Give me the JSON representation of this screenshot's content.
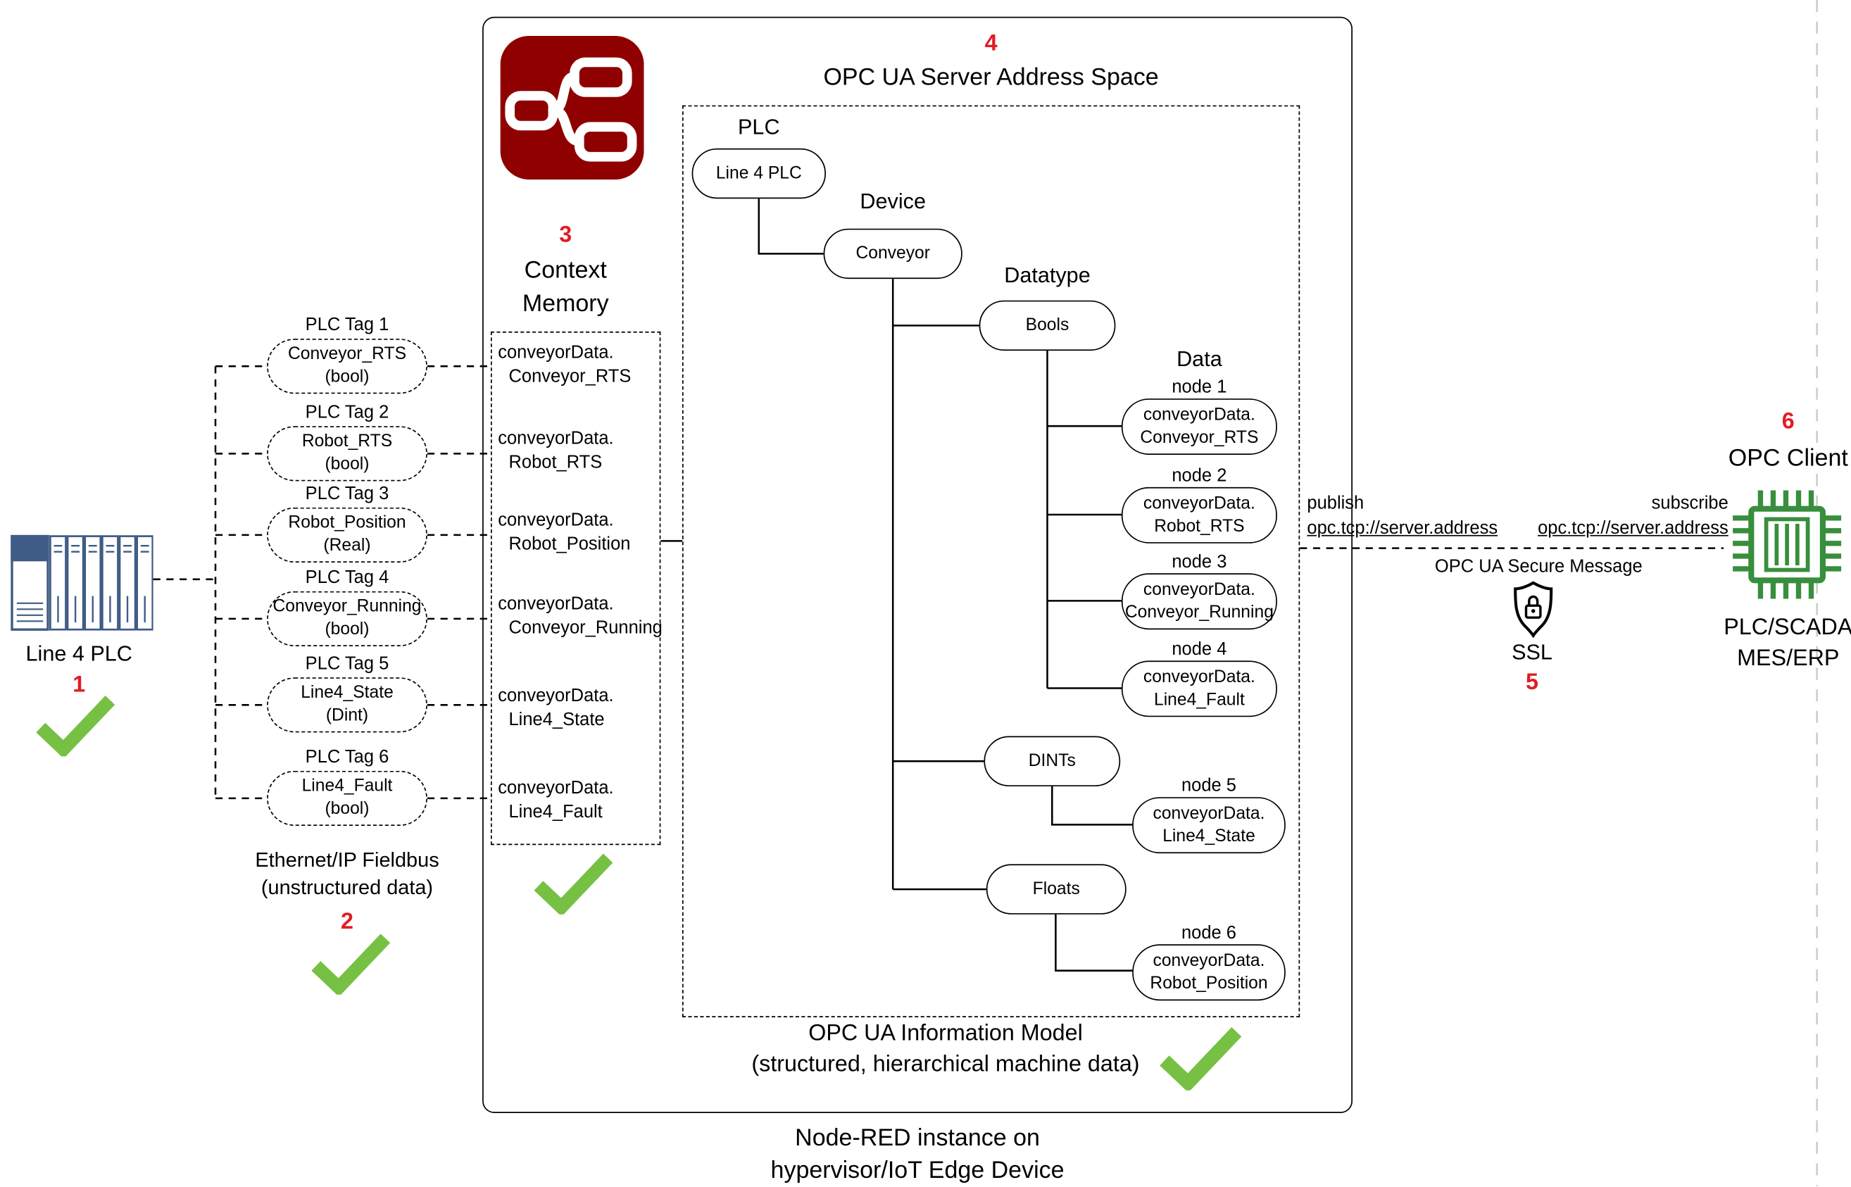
{
  "colors": {
    "check_green": "#76c043",
    "number_red": "#e31b23",
    "nodered_red": "#8f0000",
    "plc_blue": "#3e5c85",
    "client_green": "#388e3c",
    "page_divider_gray": "#cccccc"
  },
  "plc": {
    "label": "Line 4 PLC",
    "number": "1"
  },
  "fieldbus": {
    "line1": "Ethernet/IP Fieldbus",
    "line2": "(unstructured data)",
    "number": "2"
  },
  "tags": [
    {
      "title": "PLC Tag 1",
      "name": "Conveyor_RTS",
      "type": "(bool)"
    },
    {
      "title": "PLC Tag 2",
      "name": "Robot_RTS",
      "type": "(bool)"
    },
    {
      "title": "PLC Tag 3",
      "name": "Robot_Position",
      "type": "(Real)"
    },
    {
      "title": "PLC Tag 4",
      "name": "Conveyor_Running",
      "type": "(bool)"
    },
    {
      "title": "PLC Tag 5",
      "name": "Line4_State",
      "type": "(Dint)"
    },
    {
      "title": "PLC Tag 6",
      "name": "Line4_Fault",
      "type": "(bool)"
    }
  ],
  "context_memory": {
    "number": "3",
    "title_line1": "Context",
    "title_line2": "Memory",
    "entries": [
      {
        "line1": "conveyorData.",
        "line2": "Conveyor_RTS"
      },
      {
        "line1": "conveyorData.",
        "line2": "Robot_RTS"
      },
      {
        "line1": "conveyorData.",
        "line2": "Robot_Position"
      },
      {
        "line1": "conveyorData.",
        "line2": "Conveyor_Running"
      },
      {
        "line1": "conveyorData.",
        "line2": "Line4_State"
      },
      {
        "line1": "conveyorData.",
        "line2": "Line4_Fault"
      }
    ]
  },
  "address_space": {
    "number": "4",
    "title": "OPC UA Server Address Space",
    "levels": {
      "plc": "PLC",
      "device": "Device",
      "datatype": "Datatype",
      "data": "Data"
    },
    "plc_node": "Line 4 PLC",
    "device_node": "Conveyor",
    "datatype_nodes": {
      "bools": "Bools",
      "dints": "DINTs",
      "floats": "Floats"
    },
    "data_nodes": [
      {
        "label": "node 1",
        "line1": "conveyorData.",
        "line2": "Conveyor_RTS"
      },
      {
        "label": "node 2",
        "line1": "conveyorData.",
        "line2": "Robot_RTS"
      },
      {
        "label": "node 3",
        "line1": "conveyorData.",
        "line2": "Conveyor_Running"
      },
      {
        "label": "node 4",
        "line1": "conveyorData.",
        "line2": "Line4_Fault"
      },
      {
        "label": "node 5",
        "line1": "conveyorData.",
        "line2": "Line4_State"
      },
      {
        "label": "node 6",
        "line1": "conveyorData.",
        "line2": "Robot_Position"
      }
    ],
    "caption_line1": "OPC UA Information Model",
    "caption_line2": "(structured, hierarchical machine data)"
  },
  "nodered": {
    "caption_line1": "Node-RED instance on",
    "caption_line2": "hypervisor/IoT Edge Device"
  },
  "link": {
    "publish_label": "publish",
    "publish_url": "opc.tcp://server.address",
    "subscribe_label": "subscribe",
    "subscribe_url": "opc.tcp://server.address",
    "secure_message": "OPC UA Secure Message",
    "ssl": "SSL",
    "number": "5"
  },
  "client": {
    "number": "6",
    "title": "OPC Client",
    "caption_line1": "PLC/SCADA",
    "caption_line2": "MES/ERP"
  }
}
